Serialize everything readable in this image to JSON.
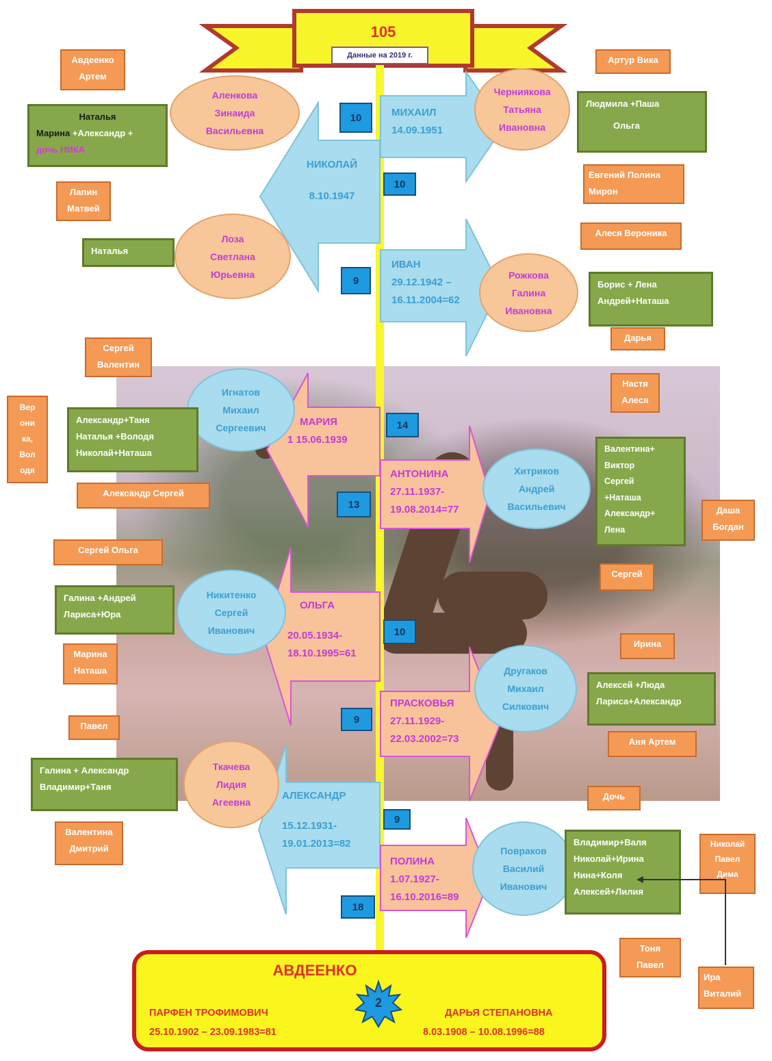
{
  "header": {
    "number": "105",
    "subtitle": "Данные на 2019 г."
  },
  "root": {
    "surname": "АВДЕЕНКО",
    "badge": "2",
    "husband": {
      "name": "ПАРФЕН ТРОФИМОВИЧ",
      "dates": "25.10.1902 – 23.09.1983=81"
    },
    "wife": {
      "name": "ДАРЬЯ СТЕПАНОВНА",
      "dates": "8.03.1908 – 10.08.1996=88"
    }
  },
  "children": [
    {
      "key": "mikhail",
      "name": "МИХАИЛ",
      "dates": [
        "14.09.1951"
      ],
      "count": "10",
      "spouse": [
        "Черниякова",
        "Татьяна",
        "Ивановна"
      ],
      "descendants": [
        "Людмила +Паша",
        "Ольга"
      ],
      "grand_top": "Артур Вика",
      "grand_bottom": [
        "Евгений Полина",
        "Мирон"
      ]
    },
    {
      "key": "nikolai",
      "name": "НИКОЛАЙ",
      "dates": [
        "8.10.1947"
      ],
      "count": "10",
      "spouse1": [
        "Аленкова",
        "Зинаида",
        "Васильевна"
      ],
      "spouse2": [
        "Лоза",
        "Светлана",
        "Юрьевна"
      ],
      "descendants1": {
        "line1": "Наталья",
        "line2_a": "Марина",
        "line2_b": " +Александр +",
        "line3": "дочь НИКА"
      },
      "grand1": [
        "Авдеенко",
        "Артем"
      ],
      "descendants2": "Наталья",
      "grand2": [
        "Лапин",
        "Матвей"
      ]
    },
    {
      "key": "ivan",
      "name": "ИВАН",
      "dates": [
        "29.12.1942 –",
        "16.11.2004=62"
      ],
      "count": "9",
      "spouse": [
        "Рожкова",
        "Галина",
        "Ивановна"
      ],
      "descendants": [
        "Борис + Лена",
        "Андрей+Наташа"
      ],
      "grand_top": "Алеся Вероника",
      "grand_bottom": "Дарья"
    },
    {
      "key": "maria",
      "name": "МАРИЯ",
      "dates": [
        "1  15.06.1939"
      ],
      "count": "13",
      "spouse": [
        "Игнатов",
        "Михаил",
        "Сергеевич"
      ],
      "descendants": [
        "Александр+Таня",
        "Наталья +Володя",
        "Николай+Наташа"
      ],
      "grand_top": [
        "Сергей",
        "Валентин"
      ],
      "grand_side": [
        "Вер",
        "они",
        "ка,",
        "Вол",
        "одя"
      ],
      "grand_bottom": "Александр Сергей"
    },
    {
      "key": "antonina",
      "name": "АНТОНИНА",
      "dates": [
        "27.11.1937-",
        "19.08.2014=77"
      ],
      "count": "14",
      "spouse": [
        "Хитриков",
        "Андрей",
        "Васильевич"
      ],
      "descendants": [
        "Валентина+",
        "Виктор",
        "Сергей",
        "+Наташа",
        "Александр+",
        "Лена"
      ],
      "grand_top": [
        "Настя",
        "Алеся"
      ],
      "grand_side": [
        "Даша",
        "Богдан"
      ],
      "grand_bottom": "Сергей"
    },
    {
      "key": "olga",
      "name": "ОЛЬГА",
      "dates": [
        "20.05.1934-",
        "18.10.1995=61"
      ],
      "count": "10",
      "spouse": [
        "Никитенко",
        "Сергей",
        "Иванович"
      ],
      "descendants": [
        "Галина +Андрей",
        "Лариса+Юра"
      ],
      "grand_top": "Сергей Ольга",
      "grand_bottom": [
        "Марина",
        "Наташа"
      ]
    },
    {
      "key": "praskovya",
      "name": "ПРАСКОВЬЯ",
      "dates": [
        "27.11.1929-",
        "22.03.2002=73"
      ],
      "count": "9",
      "spouse": [
        "Другаков",
        "Михаил",
        "Силкович"
      ],
      "descendants": [
        "Алексей +Люда",
        "Лариса+Александр"
      ],
      "grand_top": "Ирина",
      "grand_bottom": "Аня Артем"
    },
    {
      "key": "alexandr",
      "name": "АЛЕКСАНДР",
      "dates": [
        "15.12.1931-",
        "19.01.2013=82"
      ],
      "count": "9",
      "spouse": [
        "Ткачева",
        "Лидия",
        "Агеевна"
      ],
      "descendants": [
        "Галина + Александр",
        "Владимир+Таня"
      ],
      "grand_top": "Павел",
      "grand_bottom": [
        "Валентина",
        "Дмитрий"
      ]
    },
    {
      "key": "polina",
      "name": "ПОЛИНА",
      "dates": [
        "1.07.1927-",
        "16.10.2016=89"
      ],
      "count": "18",
      "spouse": [
        "Повраков",
        "Василий",
        "Иванович"
      ],
      "descendants": [
        "Владимир+Валя",
        "Николай+Ирина",
        "Нина+Коля",
        "Алексей+Лилия"
      ],
      "grand_top": "Дочь",
      "grand_side": [
        "Николай",
        "Павел",
        "Дима"
      ],
      "grand_bottom": [
        "Тоня",
        "Павел"
      ],
      "grand_extra": [
        "Ира",
        "Виталий"
      ]
    }
  ],
  "colors": {
    "spine": "#f8f62e",
    "arrow_blue": "#a9dcee",
    "arrow_peach": "#f8c39b",
    "green": "#86a84a",
    "orange": "#f49a55",
    "badge": "#1e9be0",
    "frame_red": "#c91e1e"
  }
}
